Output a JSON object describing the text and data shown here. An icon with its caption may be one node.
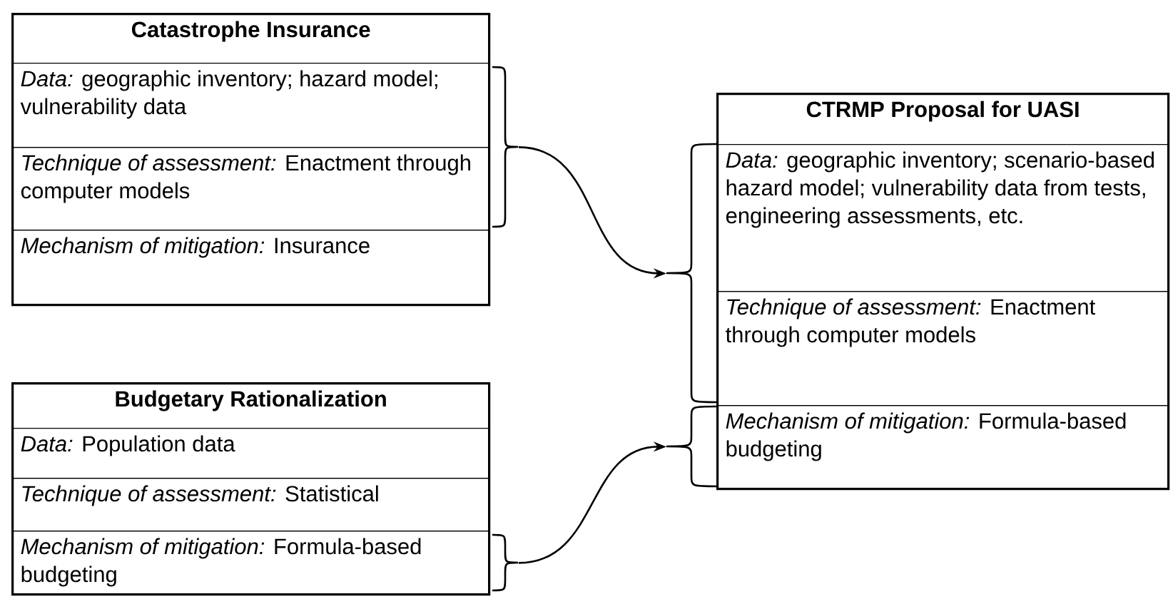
{
  "diagram": {
    "nodes": [
      {
        "text": [
          "Catastrophe Insurance"
        ]
      },
      {
        "text": [
          "*Data:* geographic inventory; hazard model; vulnerability data"
        ],
        "in": 0
      },
      {
        "text": [
          "*Technique of assessment:* Enactment through computer models"
        ],
        "in": 0
      },
      {
        "text": [
          "*Mechanism of mitigation:* Insurance"
        ],
        "in": 0
      },
      {
        "text": [
          "Budgetary Rationalization"
        ]
      },
      {
        "text": [
          "*Data:* Population data"
        ],
        "in": 4
      },
      {
        "text": [
          "*Technique of assessment:* Statistical"
        ],
        "in": 4
      },
      {
        "text": [
          "*Mechanism of mitigation:* Formula-based budgeting"
        ],
        "in": 4
      },
      {
        "text": [
          "CTRMP Proposal for UASI"
        ]
      },
      {
        "text": [
          "*Data:* geographic inventory; scenario-based hazard model; vulnerability data from tests, engineering assessments, etc."
        ],
        "in": 8
      },
      {
        "text": [
          "*Technique of assessment:* Enactment through computer models"
        ],
        "in": 8
      },
      {
        "text": [
          "*Mechanism of mitigation:* Formula-based budgeting"
        ],
        "in": 8
      },
      {
        "text": [],
        "shape": "brace"
      },
      {
        "text": [],
        "shape": "brace"
      },
      {
        "text": [],
        "shape": "brace"
      },
      {
        "text": [],
        "shape": "brace"
      }
    ],
    "edges": [
      {
        "from": 12,
        "to": 14,
        "arrow": "to"
      },
      {
        "from": 13,
        "to": 15,
        "arrow": "to"
      }
    ]
  }
}
